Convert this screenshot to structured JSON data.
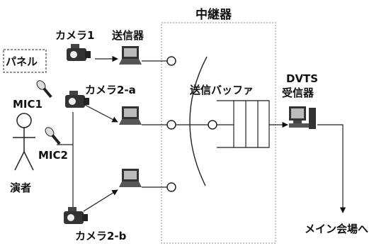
{
  "labels": {
    "relay": "中継器",
    "camera1": "カメラ1",
    "sender": "送信器",
    "panel": "パネル",
    "mic1": "MIC1",
    "camera2a": "カメラ2-a",
    "send_buffer": "送信バッファ",
    "dvts": "DVTS",
    "receiver": "受信器",
    "mic2": "MIC2",
    "presenter": "演者",
    "camera2b": "カメラ2-b",
    "to_main_venue": "メイン会場へ"
  },
  "icons": [
    "video-camera-icon",
    "laptop-icon",
    "microphone-icon",
    "person-icon",
    "desktop-computer-icon",
    "buffer-icon"
  ],
  "colors": {
    "ink": "#111111",
    "relay_border": "#888888",
    "background": "#ffffff"
  }
}
